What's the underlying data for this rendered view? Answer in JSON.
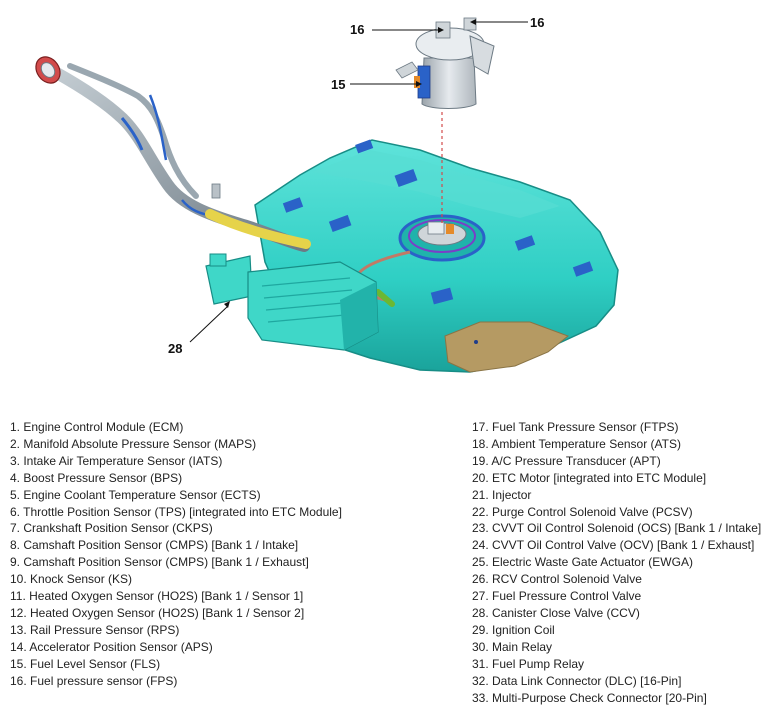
{
  "callouts": {
    "c16a": "16",
    "c16b": "16",
    "c15": "15",
    "c28": "28"
  },
  "legend_left": [
    "1. Engine Control Module (ECM)",
    "2. Manifold Absolute Pressure Sensor (MAPS)",
    "3. Intake Air Temperature Sensor (IATS)",
    "4. Boost Pressure Sensor (BPS)",
    "5. Engine Coolant Temperature Sensor (ECTS)",
    "6. Throttle Position Sensor (TPS) [integrated into ETC Module]",
    "7. Crankshaft Position Sensor (CKPS)",
    "8. Camshaft Position Sensor (CMPS) [Bank 1 / Intake]",
    "9. Camshaft Position Sensor (CMPS) [Bank 1 / Exhaust]",
    "10. Knock Sensor (KS)",
    "11. Heated Oxygen Sensor (HO2S) [Bank 1 / Sensor 1]",
    "12. Heated Oxygen Sensor (HO2S) [Bank 1 / Sensor 2]",
    "13. Rail Pressure Sensor (RPS)",
    "14. Accelerator Position Sensor (APS)",
    "15. Fuel Level Sensor (FLS)",
    "16. Fuel pressure sensor (FPS)"
  ],
  "legend_right": [
    "17. Fuel Tank Pressure Sensor (FTPS)",
    "18. Ambient Temperature Sensor (ATS)",
    "19. A/C Pressure Transducer (APT)",
    "20. ETC Motor [integrated into ETC Module]",
    "21. Injector",
    "22. Purge Control Solenoid Valve (PCSV)",
    "23. CVVT Oil Control Solenoid (OCS) [Bank 1 / Intake]",
    "24. CVVT Oil Control Valve (OCV) [Bank 1 / Exhaust]",
    "25. Electric Waste Gate Actuator (EWGA)",
    "26. RCV Control Solenoid Valve",
    "27. Fuel Pressure Control Valve",
    "28. Canister Close Valve (CCV)",
    "29. Ignition Coil",
    "30. Main Relay",
    "31. Fuel Pump Relay",
    "32. Data Link Connector (DLC) [16-Pin]",
    "33. Multi-Purpose Check Connector [20-Pin]"
  ],
  "colors": {
    "tank": "#2fd0c6",
    "tank_shadow": "#1fa8a0",
    "filler_pipe": "#8d9aa3",
    "hose_yellow": "#e6d34a",
    "strap_blue": "#2a62c8",
    "heat_shield": "#b59a63",
    "canister": "#3fd7c8"
  }
}
